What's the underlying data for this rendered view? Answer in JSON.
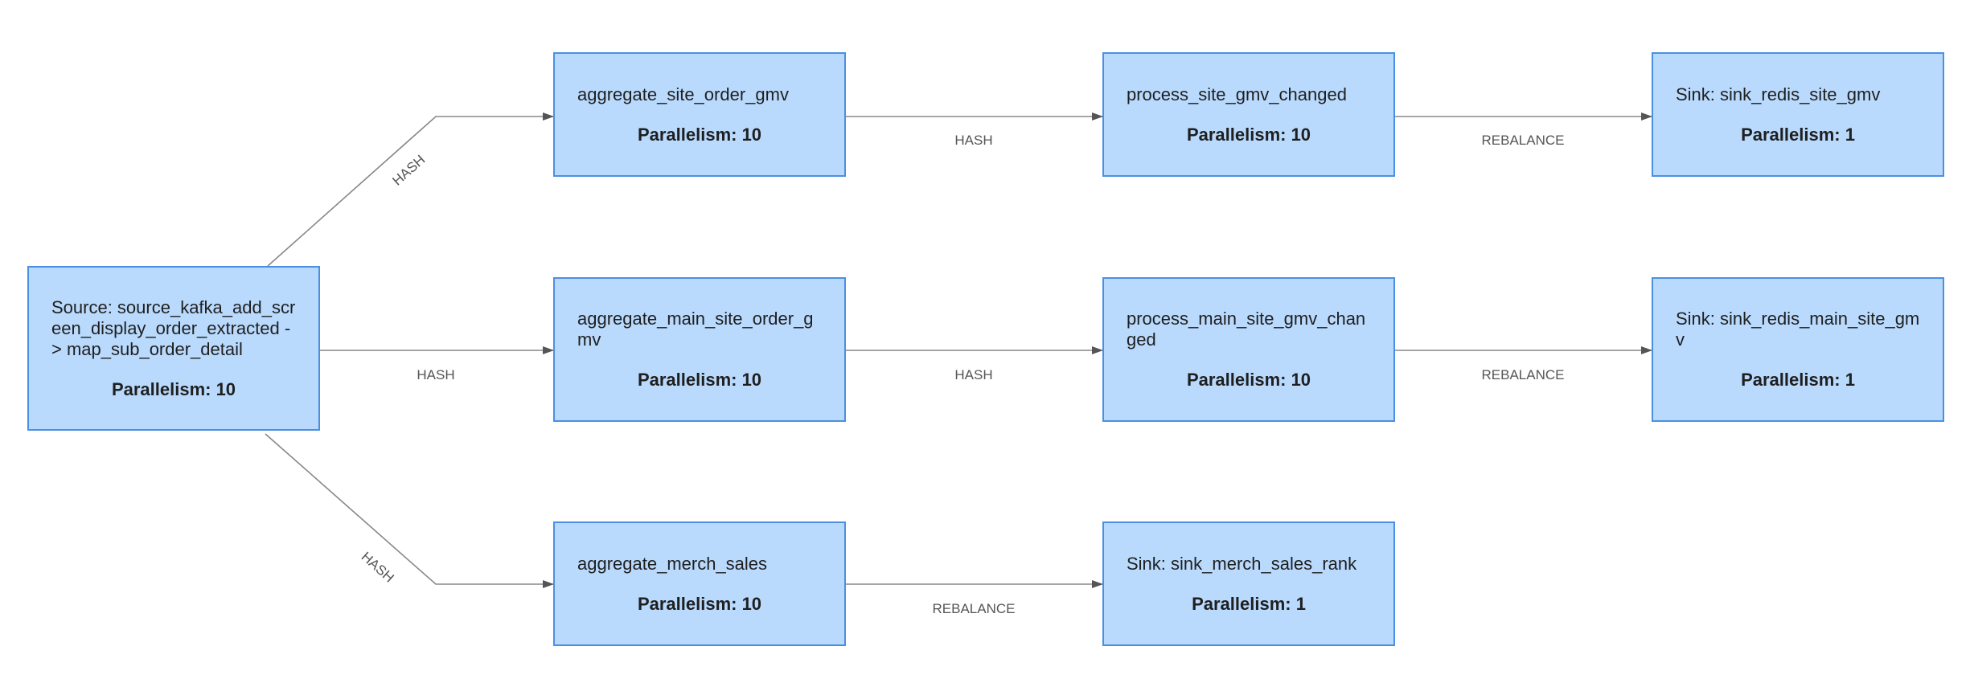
{
  "colors": {
    "node_fill": "#b9dafd",
    "node_border": "#4a90e2",
    "edge": "#888888"
  },
  "nodes": [
    {
      "id": "source",
      "name": "Source: source_kafka_add_screen_display_order_extracted -> map_sub_order_detail",
      "parallelism": "Parallelism: 10"
    },
    {
      "id": "agg_site",
      "name": "aggregate_site_order_gmv",
      "parallelism": "Parallelism: 10"
    },
    {
      "id": "proc_site",
      "name": "process_site_gmv_changed",
      "parallelism": "Parallelism: 10"
    },
    {
      "id": "sink_site",
      "name": "Sink: sink_redis_site_gmv",
      "parallelism": "Parallelism: 1"
    },
    {
      "id": "agg_main",
      "name": "aggregate_main_site_order_gmv",
      "parallelism": "Parallelism: 10"
    },
    {
      "id": "proc_main",
      "name": "process_main_site_gmv_changed",
      "parallelism": "Parallelism: 10"
    },
    {
      "id": "sink_main",
      "name": "Sink: sink_redis_main_site_gmv",
      "parallelism": "Parallelism: 1"
    },
    {
      "id": "agg_merch",
      "name": "aggregate_merch_sales",
      "parallelism": "Parallelism: 10"
    },
    {
      "id": "sink_merch",
      "name": "Sink: sink_merch_sales_rank",
      "parallelism": "Parallelism: 1"
    }
  ],
  "edges": [
    {
      "from": "source",
      "to": "agg_site",
      "label": "HASH"
    },
    {
      "from": "agg_site",
      "to": "proc_site",
      "label": "HASH"
    },
    {
      "from": "proc_site",
      "to": "sink_site",
      "label": "REBALANCE"
    },
    {
      "from": "source",
      "to": "agg_main",
      "label": "HASH"
    },
    {
      "from": "agg_main",
      "to": "proc_main",
      "label": "HASH"
    },
    {
      "from": "proc_main",
      "to": "sink_main",
      "label": "REBALANCE"
    },
    {
      "from": "source",
      "to": "agg_merch",
      "label": "HASH"
    },
    {
      "from": "agg_merch",
      "to": "sink_merch",
      "label": "REBALANCE"
    }
  ]
}
